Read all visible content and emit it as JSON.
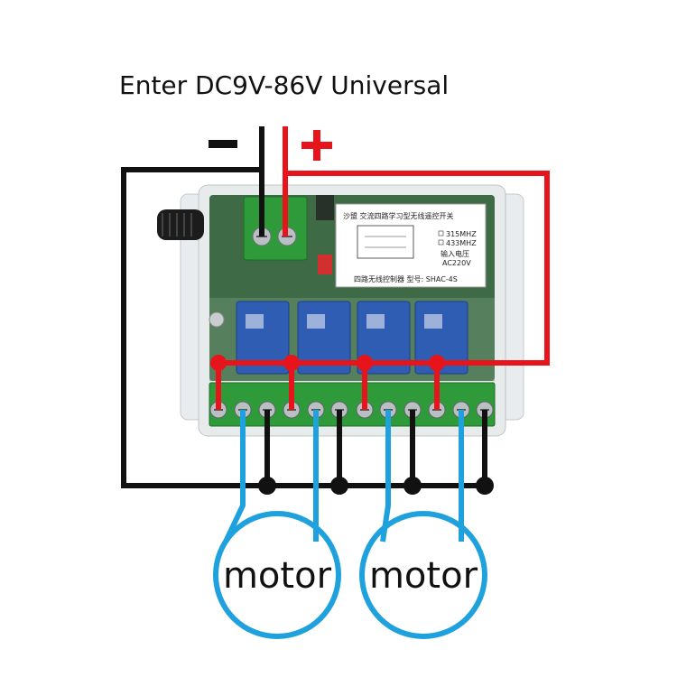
{
  "title": "Enter DC9V-86V Universal",
  "power": {
    "minus_label": "−",
    "plus_label": "+"
  },
  "motors": [
    {
      "label": "motor"
    },
    {
      "label": "motor"
    }
  ],
  "module_label": {
    "header": "沙盟 交流四路学习型无线遥控开关",
    "freq1": "315MHZ",
    "freq2": "433MHZ",
    "voltage_caption": "输入电压",
    "voltage": "AC220V",
    "footer": "四路无线控制器   型号: SHAC-4S"
  },
  "colors": {
    "positive": "#e8141b",
    "negative": "#111111",
    "motor_wire": "#1fa1dd",
    "board": "#3d6b45",
    "case": "#e6e9ea",
    "relay": "#2f5db3",
    "terminal": "#2e9a3a"
  }
}
